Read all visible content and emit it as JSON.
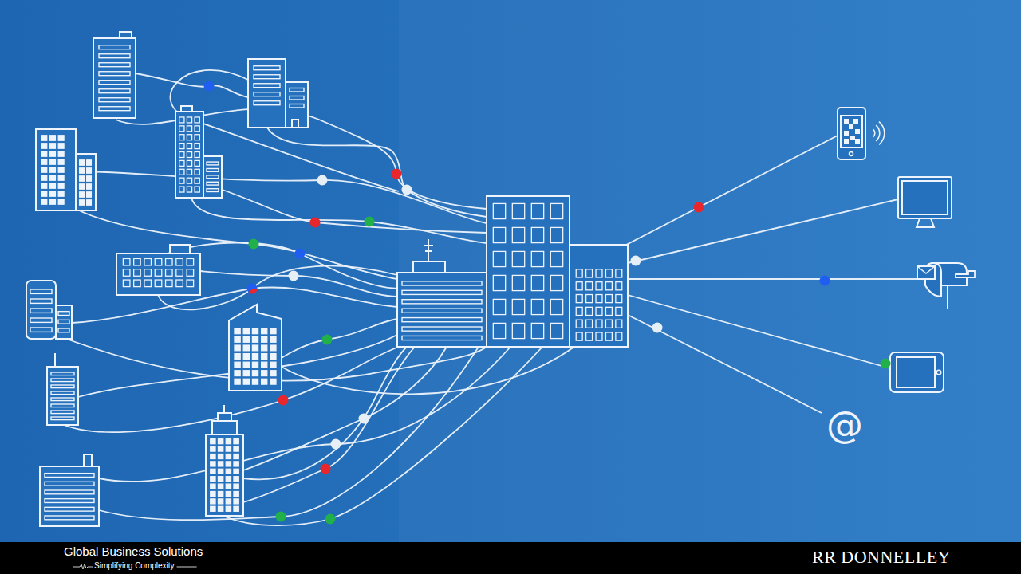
{
  "diagram": {
    "nodes": [
      {
        "text": [
          "Global Business Solutions",
          "Simplifying Complexity",
          "RR DONNELLEY"
        ]
      }
    ],
    "labels": [
      "@"
    ]
  }
}
